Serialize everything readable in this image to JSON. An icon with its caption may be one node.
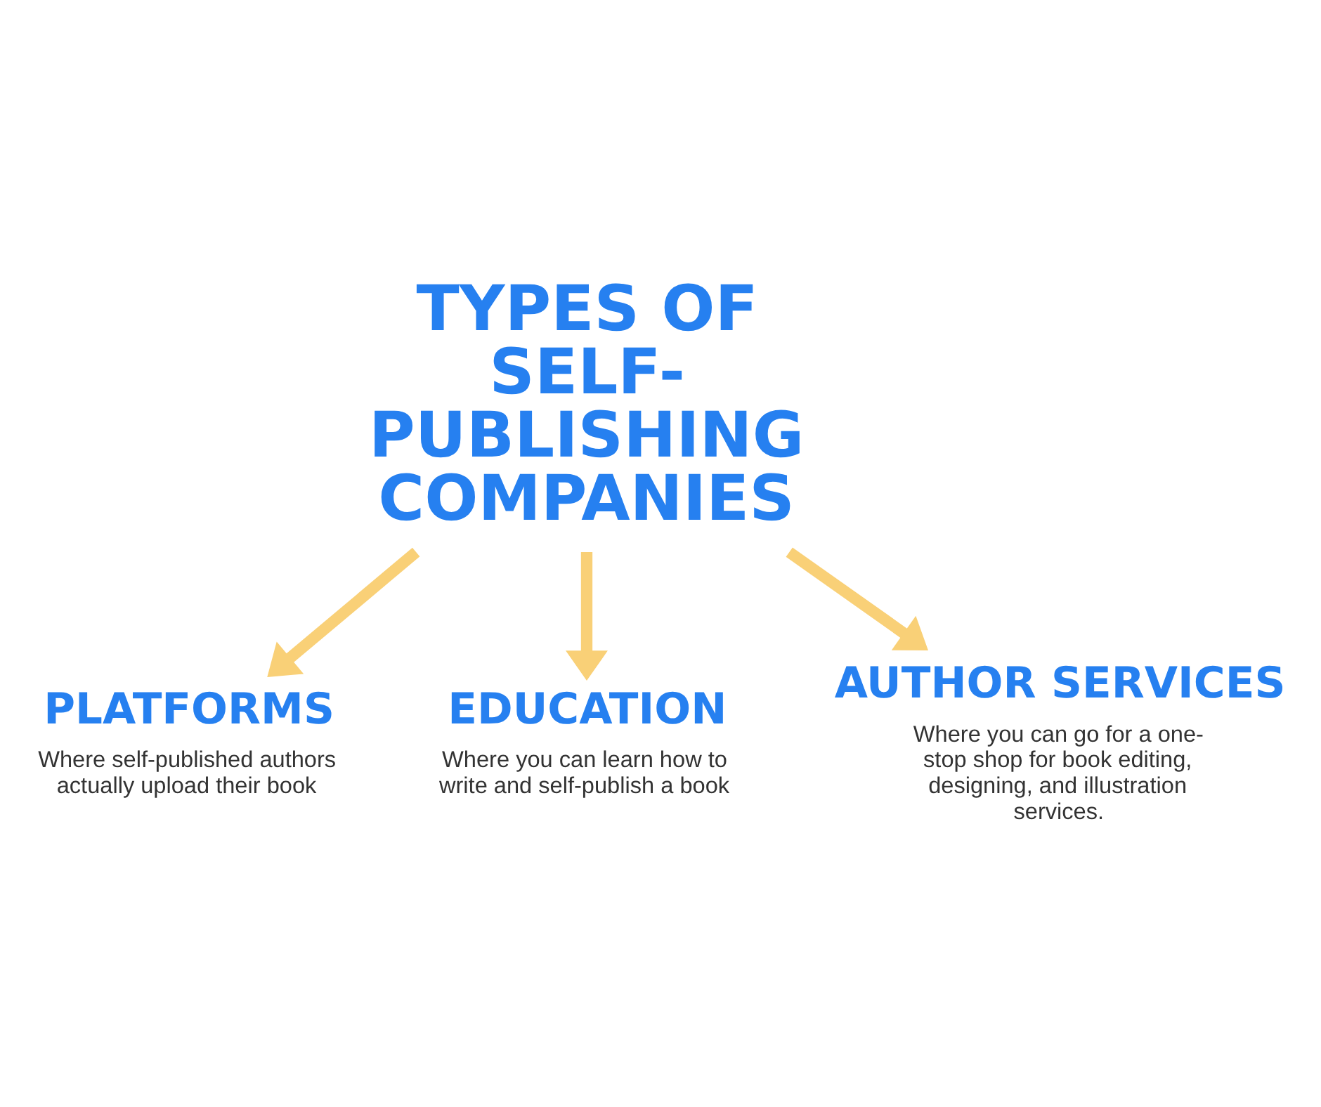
{
  "diagram": {
    "nodes": [
      {
        "text": [
          "TYPES OF SELF-PUBLISHING COMPANIES"
        ]
      },
      {
        "text": [
          "PLATFORMS",
          "Where self-published authors actually upload their book"
        ]
      },
      {
        "text": [
          "EDUCATION",
          "Where you can learn how to write and self-publish a book"
        ]
      },
      {
        "text": [
          "AUTHOR SERVICES",
          "Where you can go for a one-stop shop for book editing, designing, and illustration services."
        ]
      }
    ],
    "edges": [
      {
        "from": 0,
        "to": 1,
        "arrow": "to"
      },
      {
        "from": 0,
        "to": 2,
        "arrow": "to"
      },
      {
        "from": 0,
        "to": 3,
        "arrow": "to"
      }
    ]
  }
}
